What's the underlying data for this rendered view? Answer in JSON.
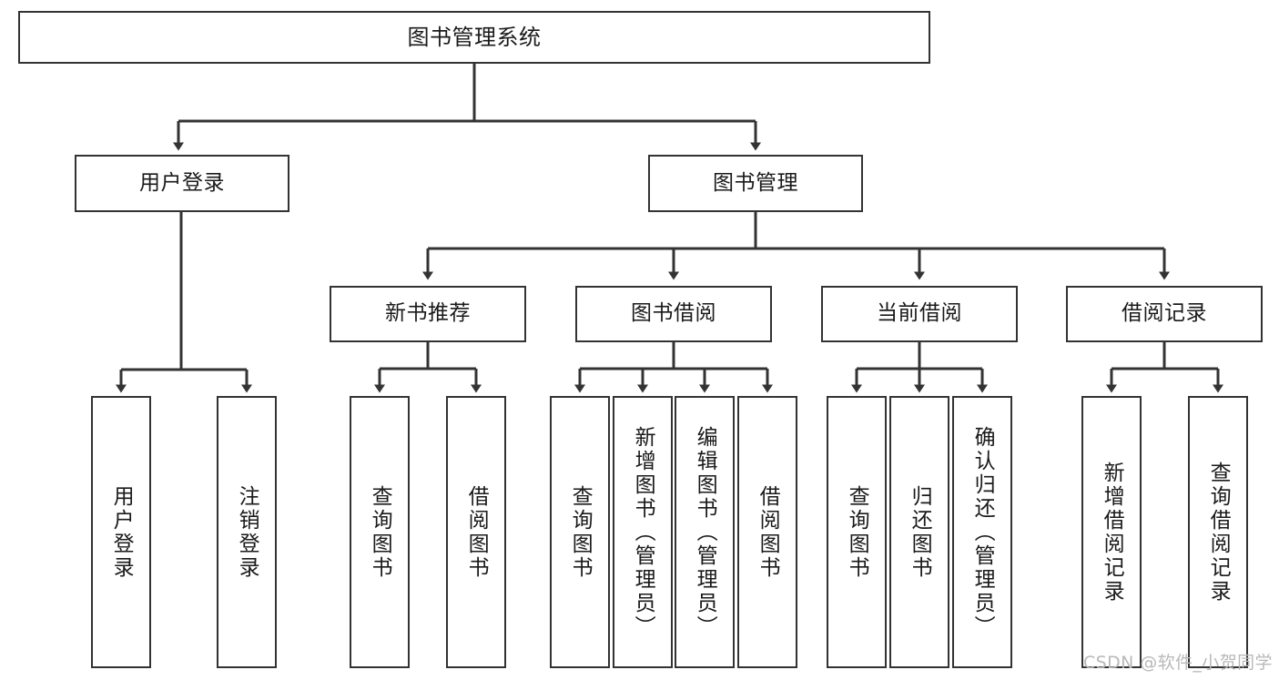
{
  "diagram": {
    "title": "图书管理系统",
    "type": "hierarchy-tree",
    "style": {
      "background": "#ffffff",
      "box_border": "#333333",
      "box_fill": "#ffffff",
      "text_color": "#1a1a1a",
      "connector_color": "#333333",
      "watermark_color": "#b9b9b9"
    },
    "levels": {
      "root": {
        "label": "图书管理系统"
      },
      "level2": [
        {
          "label": "用户登录"
        },
        {
          "label": "图书管理"
        }
      ],
      "level3": [
        {
          "label": "新书推荐"
        },
        {
          "label": "图书借阅"
        },
        {
          "label": "当前借阅"
        },
        {
          "label": "借阅记录"
        }
      ],
      "leaves": [
        {
          "label": "用户登录",
          "parent": "用户登录"
        },
        {
          "label": "注销登录",
          "parent": "用户登录"
        },
        {
          "label": "查询图书",
          "parent": "新书推荐"
        },
        {
          "label": "借阅图书",
          "parent": "新书推荐"
        },
        {
          "label": "查询图书",
          "parent": "图书借阅"
        },
        {
          "label": "新增图书（管理员）",
          "parent": "图书借阅"
        },
        {
          "label": "编辑图书（管理员）",
          "parent": "图书借阅"
        },
        {
          "label": "借阅图书",
          "parent": "图书借阅"
        },
        {
          "label": "查询图书",
          "parent": "当前借阅"
        },
        {
          "label": "归还图书",
          "parent": "当前借阅"
        },
        {
          "label": "确认归还（管理员）",
          "parent": "当前借阅"
        },
        {
          "label": "新增借阅记录",
          "parent": "借阅记录"
        },
        {
          "label": "查询借阅记录",
          "parent": "借阅记录"
        }
      ]
    }
  },
  "watermark": {
    "text": "CSDN @软件_小贺同学"
  }
}
